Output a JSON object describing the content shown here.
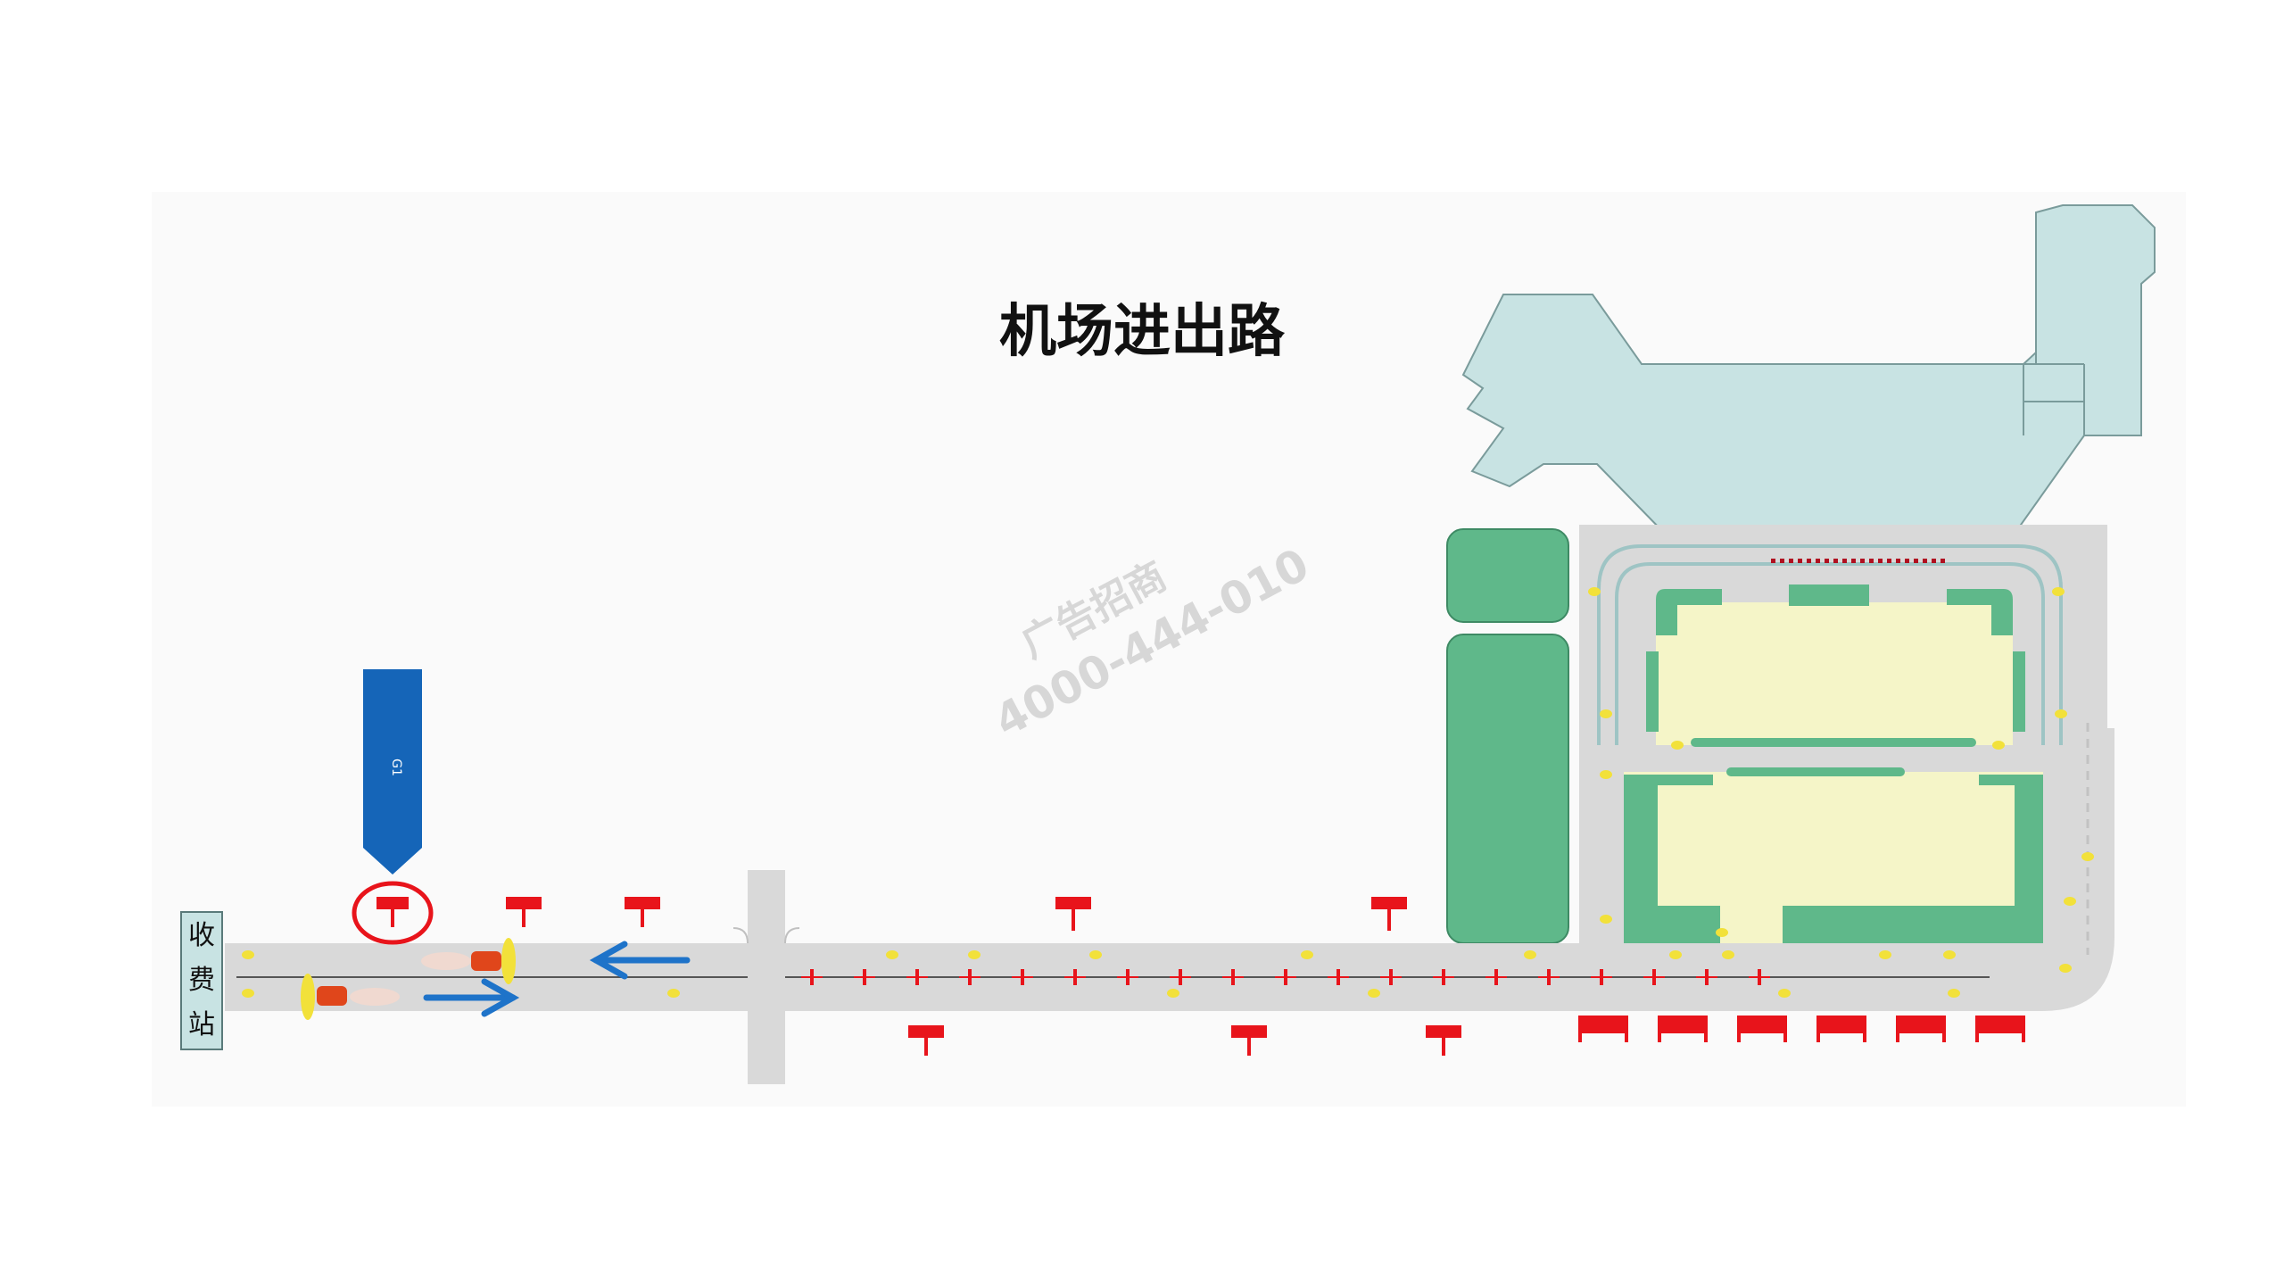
{
  "title": "机场进出路",
  "toll_station": {
    "chars": [
      "收",
      "费",
      "站"
    ]
  },
  "highlight_marker": {
    "label": "G1"
  },
  "watermark": {
    "line1": "广告招商",
    "line2": "4000-444-010"
  },
  "colors": {
    "road": "#d9d9d9",
    "terminal": "#c8e3e3",
    "green_block": "#5fb88a",
    "parking": "#f5f5c8",
    "billboard": "#e8141b",
    "marker_blue": "#1565b8",
    "arrow_blue": "#1e73c9",
    "highlight_ring": "#e8141b",
    "lamp_yellow": "#f2e13a"
  }
}
